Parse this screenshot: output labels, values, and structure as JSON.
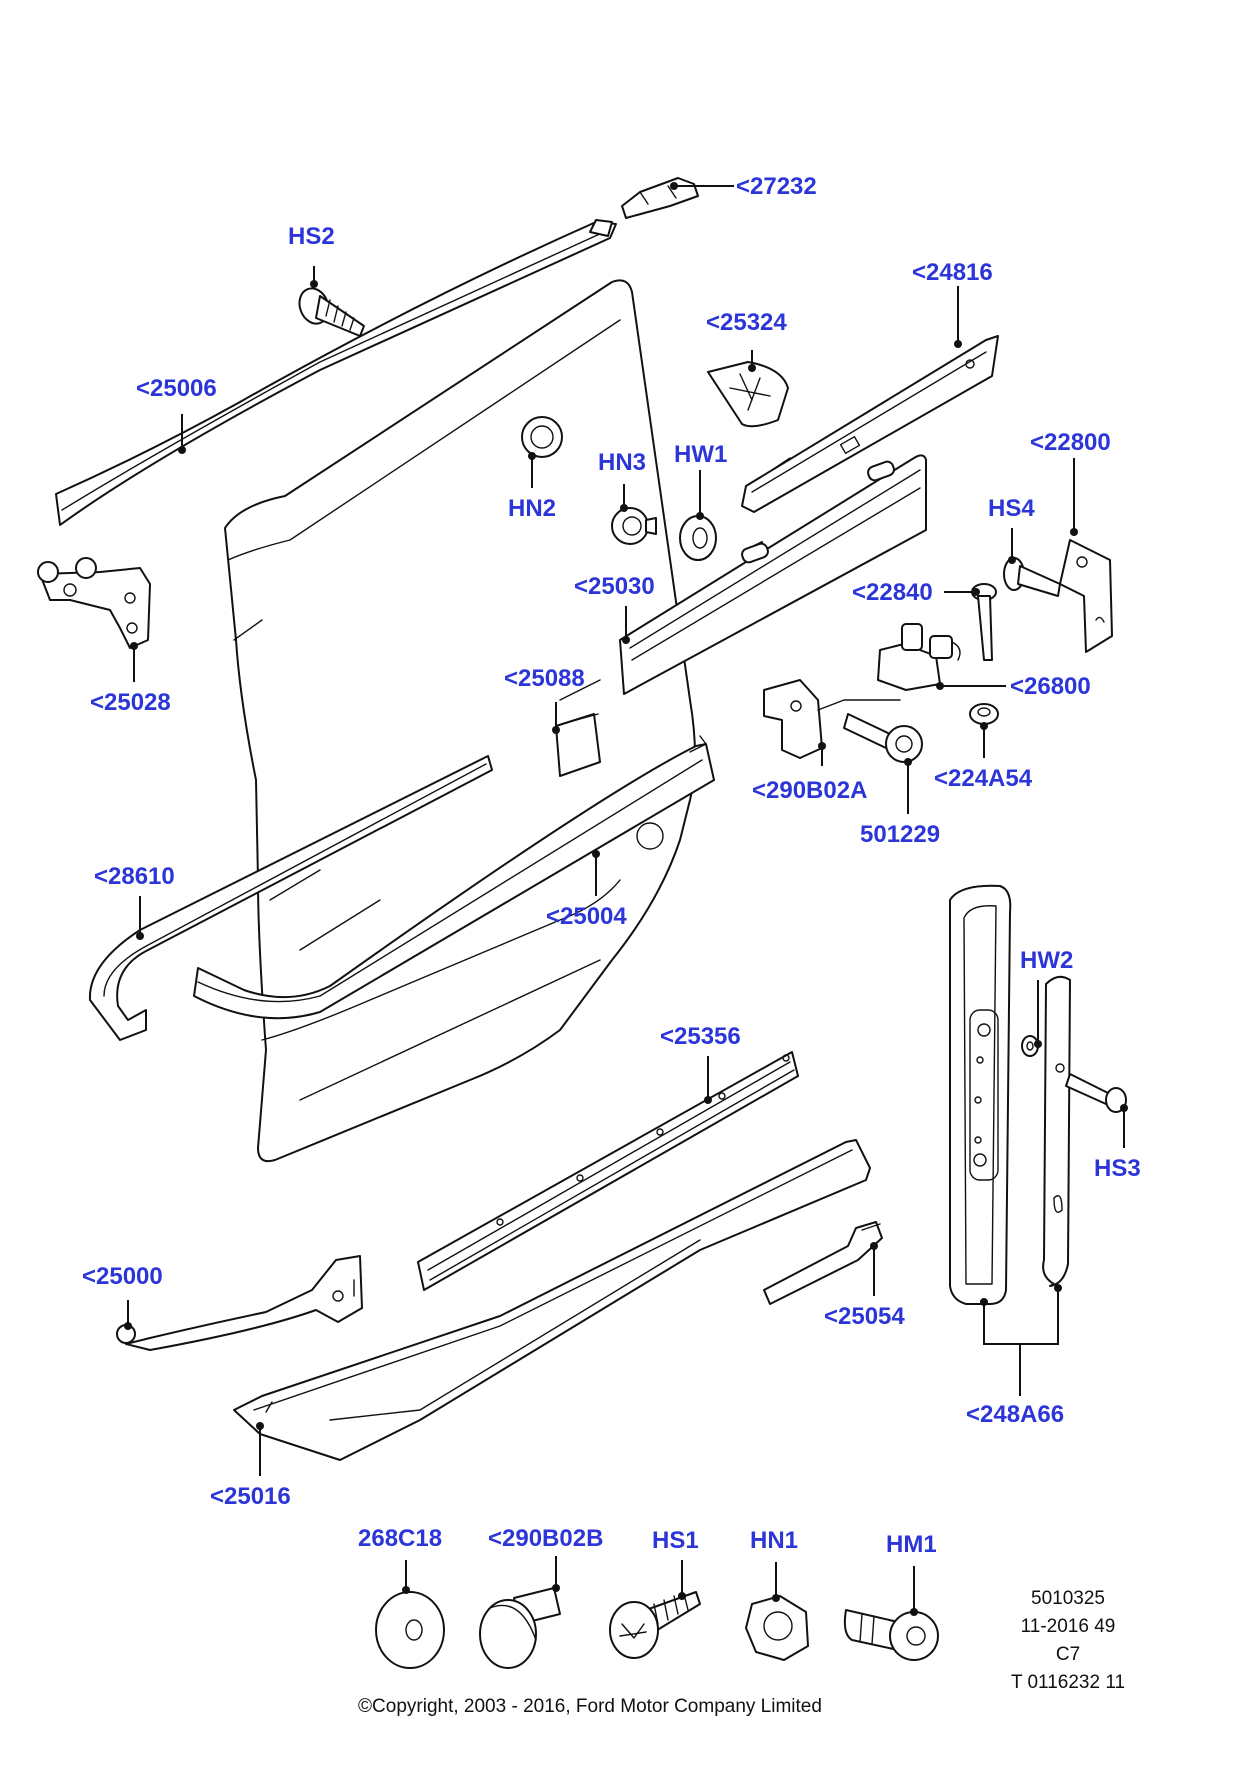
{
  "callouts": {
    "c27232": "<27232",
    "hs2": "HS2",
    "c24816": "<24816",
    "c25324": "<25324",
    "c25006": "<25006",
    "hn2": "HN2",
    "hn3": "HN3",
    "hw1": "HW1",
    "c22800": "<22800",
    "hs4": "HS4",
    "c25030": "<25030",
    "c22840": "<22840",
    "c25028": "<25028",
    "c25088": "<25088",
    "c26800": "<26800",
    "c290b02a": "<290B02A",
    "c224a54": "<224A54",
    "c501229": "501229",
    "c28610": "<28610",
    "c25004": "<25004",
    "hw2": "HW2",
    "c25356": "<25356",
    "hs3": "HS3",
    "c25000": "<25000",
    "c25054": "<25054",
    "c248a66": "<248A66",
    "c25016": "<25016",
    "c268c18": "268C18",
    "c290b02b": "<290B02B",
    "hs1": "HS1",
    "hn1": "HN1",
    "hm1": "HM1"
  },
  "ref_block": {
    "line1": "5010325",
    "line2": "11-2016 49",
    "line3": "C7",
    "line4": "T 0116232 11"
  },
  "copyright": "©Copyright, 2003 - 2016, Ford Motor Company Limited",
  "colors": {
    "callout": "#2b35d8",
    "line": "#111111",
    "background": "#ffffff"
  }
}
